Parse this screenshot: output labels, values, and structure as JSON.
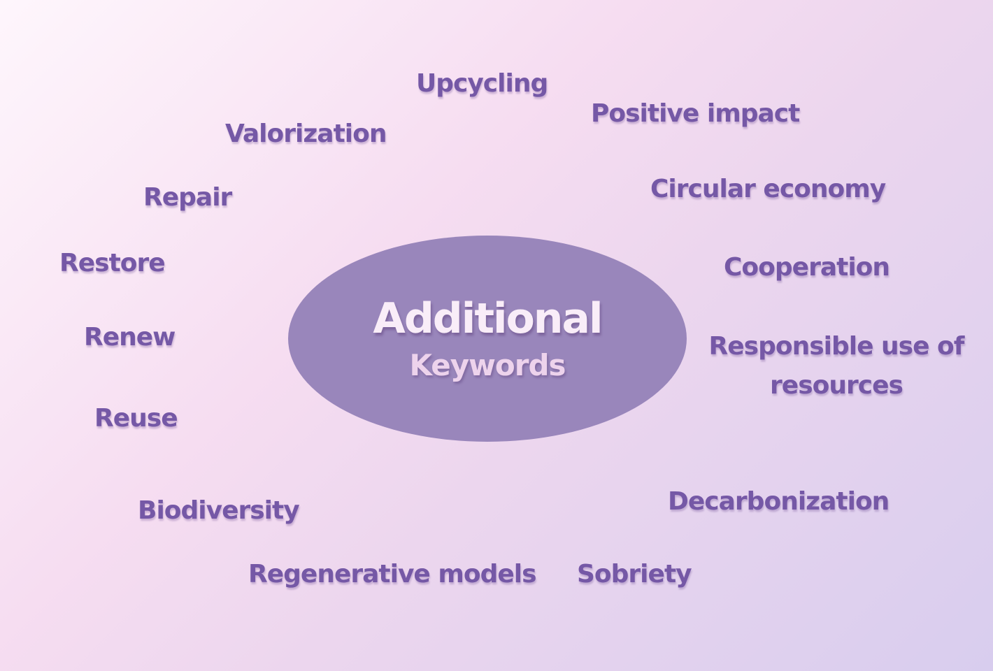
{
  "title_block": {
    "title": "Additional",
    "subtitle": "Keywords"
  },
  "keywords": [
    {
      "label": "Upcycling"
    },
    {
      "label": "Positive impact"
    },
    {
      "label": "Valorization"
    },
    {
      "label": "Circular economy"
    },
    {
      "label": "Repair"
    },
    {
      "label": "Restore"
    },
    {
      "label": "Cooperation"
    },
    {
      "label": "Renew"
    },
    {
      "label": "Responsible use of resources"
    },
    {
      "label": "Reuse"
    },
    {
      "label": "Decarbonization"
    },
    {
      "label": "Biodiversity"
    },
    {
      "label": "Regenerative models"
    },
    {
      "label": "Sobriety"
    }
  ],
  "colors": {
    "background_gradient_start": "#fef6fc",
    "background_gradient_mid": "#f0d9f0",
    "background_gradient_end": "#d8cdee",
    "ellipse_fill": "#9986bb",
    "title_text": "#f9edf8",
    "subtitle_text": "#edd3ec",
    "keyword_text": "#7558a6"
  }
}
